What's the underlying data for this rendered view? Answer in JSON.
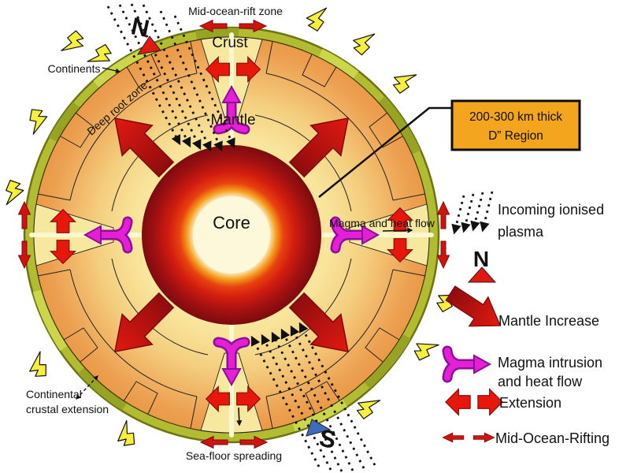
{
  "diagram": {
    "labels": {
      "mid_ocean_rift_zone": "Mid-ocean-rift zone",
      "crust": "Crust",
      "mantle": "Mantle",
      "core": "Core",
      "continents": "Continents",
      "deep_root_zone": "Deep root zone",
      "magma_and_heat_flow": "Magma and heat flow",
      "sea_floor_spreading": "Sea-floor spreading",
      "continental_crustal_extension_line1": "Continental",
      "continental_crustal_extension_line2": "crustal extension",
      "north_marker": "N",
      "south_marker": "S"
    },
    "callout": {
      "line1": "200-300 km thick",
      "line2": "D” Region"
    }
  },
  "legend": {
    "incoming_plasma_line1": "Incoming ionised",
    "incoming_plasma_line2": "plasma",
    "north_marker": "N",
    "mantle_increase": "Mantle Increase",
    "magma_intrusion_line1": "Magma intrusion",
    "magma_intrusion_line2": "and heat flow",
    "extension": "Extension",
    "mid_ocean_rifting": "Mid-Ocean-Rifting"
  },
  "colors": {
    "rim_olive": "#b2bc31",
    "continent_light": "#ccd64b",
    "continent_dark": "#97a322",
    "mantle_outer": "#ea9a48",
    "mantle_inner": "#fcf4bd",
    "core_dark": "#7c0b0f",
    "core_bright": "#e8420f",
    "core_center": "#fdf8da",
    "arrow_red": "#c4140f",
    "magma_magenta": "#e51fd4",
    "callout_orange": "#f2a51d",
    "bolt_yellow": "#f6ef3d",
    "south_blue": "#3f6bbf",
    "north_red": "#e31911"
  }
}
